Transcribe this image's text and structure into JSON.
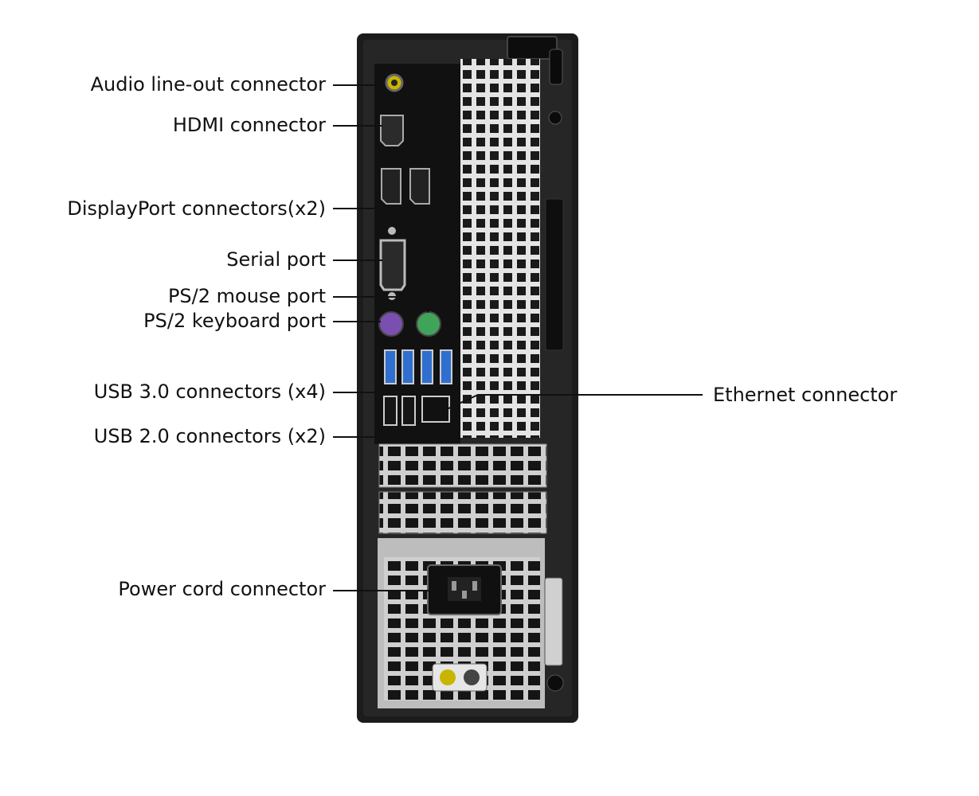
{
  "labels": {
    "audio_line_out": "Audio line-out connector",
    "hdmi": "HDMI connector",
    "displayport": "DisplayPort connectors(x2)",
    "serial": "Serial port",
    "ps2_mouse": "PS/2 mouse port",
    "ps2_keyboard": "PS/2 keyboard port",
    "usb3": "USB 3.0 connectors (x4)",
    "usb2": "USB 2.0 connectors (x2)",
    "power": "Power cord connector",
    "ethernet": "Ethernet connector"
  },
  "colors": {
    "chassis": "#1c1c1c",
    "panel": "#2a2a2a",
    "vent_metal": "#d9d9d9",
    "audio_port": "#c9b400",
    "ps2_mouse": "#3fa45a",
    "ps2_keyboard": "#7b4fb0",
    "usb3": "#2f6fcf"
  }
}
